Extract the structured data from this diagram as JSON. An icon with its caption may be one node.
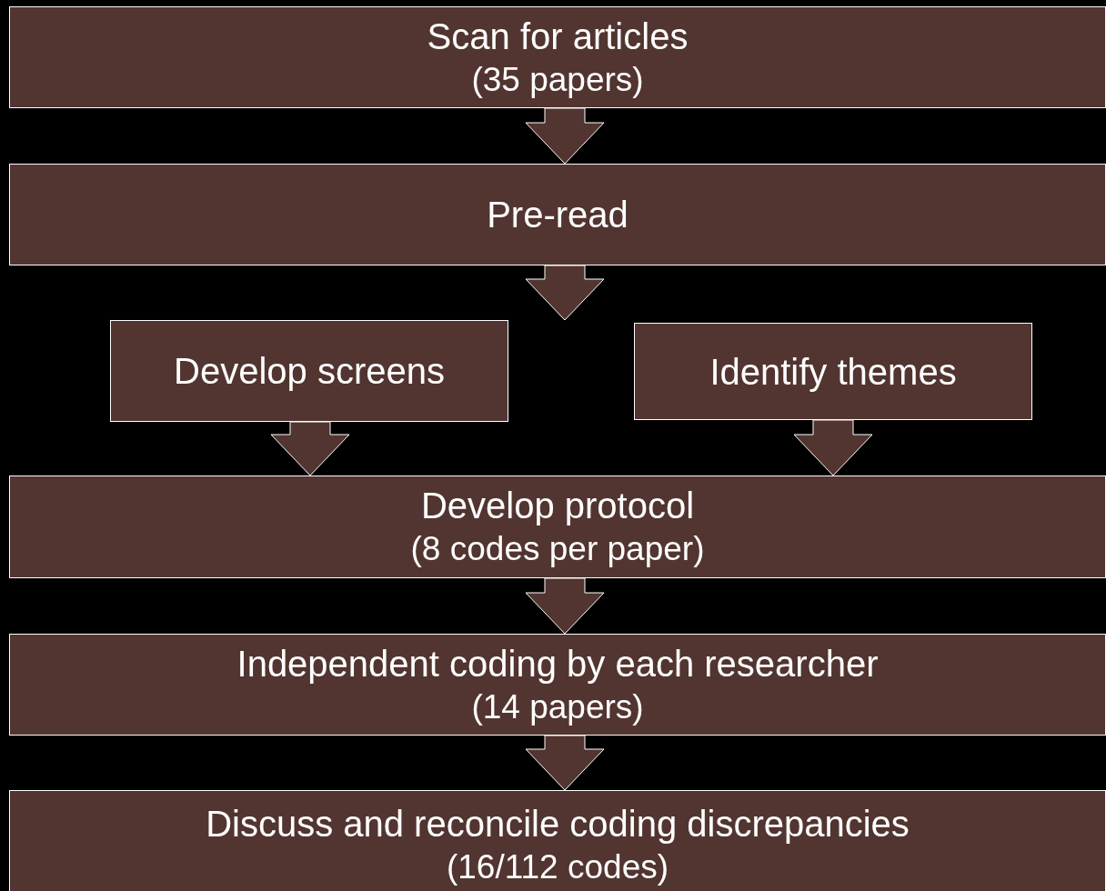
{
  "diagram": {
    "nodes": [
      {
        "text": [
          "Scan for articles",
          "(35 papers)"
        ]
      },
      {
        "text": [
          "Pre-read"
        ]
      },
      {
        "text": [
          "Develop screens"
        ]
      },
      {
        "text": [
          "Identify themes"
        ]
      },
      {
        "text": [
          "Develop protocol",
          "(8 codes per paper)"
        ]
      },
      {
        "text": [
          "Independent coding by each researcher",
          "(14 papers)"
        ]
      },
      {
        "text": [
          "Discuss and reconcile coding discrepancies",
          "(16/112 codes)"
        ]
      }
    ],
    "edges": [
      {
        "from": 0,
        "to": 1,
        "arrow": "to"
      },
      {
        "from": 1,
        "to": null,
        "arrow": "to"
      },
      {
        "from": 2,
        "to": 4,
        "arrow": "to"
      },
      {
        "from": 3,
        "to": 4,
        "arrow": "to"
      },
      {
        "from": 4,
        "to": 5,
        "arrow": "to"
      },
      {
        "from": 5,
        "to": 6,
        "arrow": "to"
      }
    ]
  }
}
